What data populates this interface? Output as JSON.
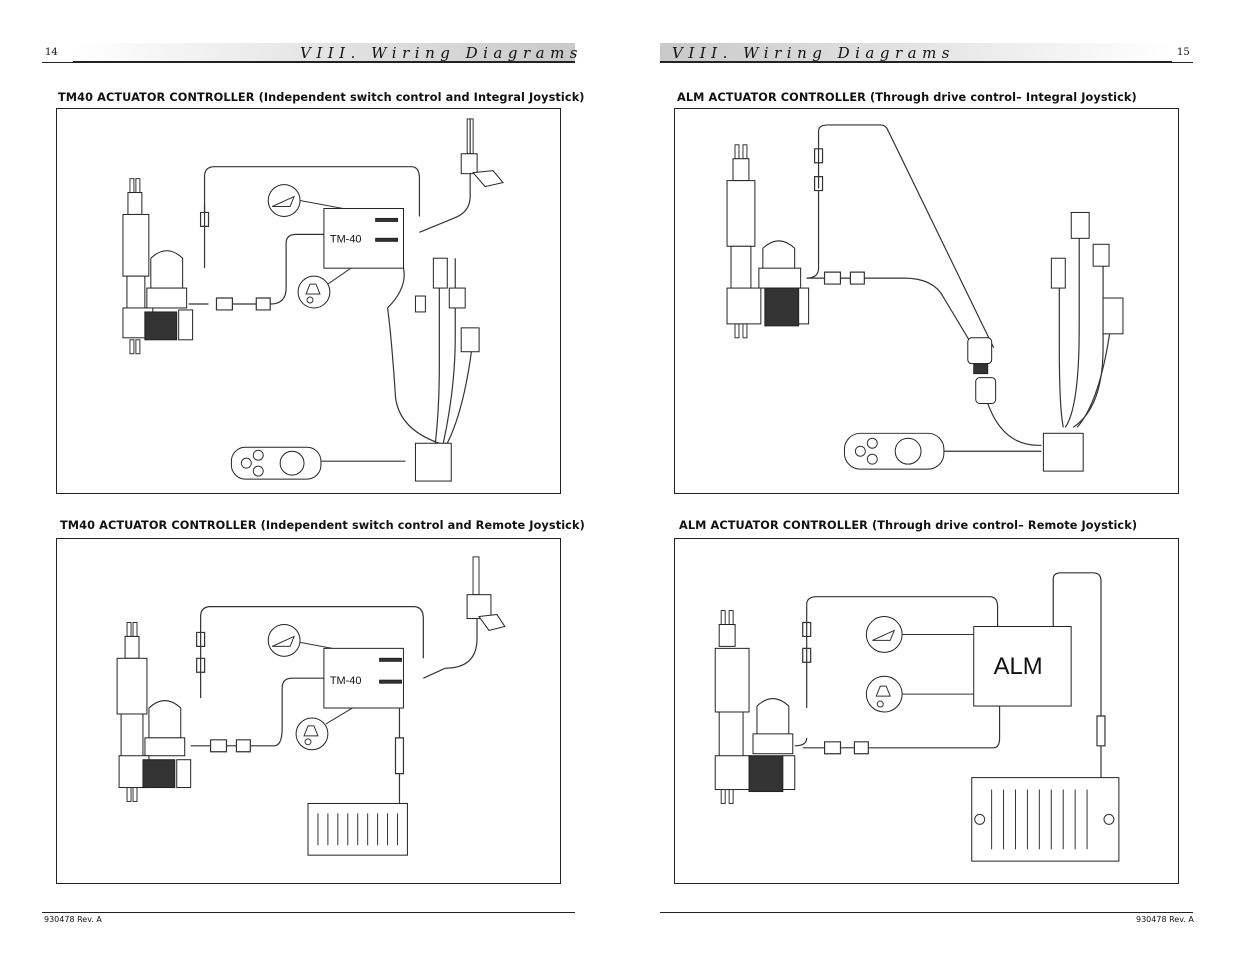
{
  "left_page": {
    "page_number": "14",
    "header_title": "VIII. Wiring Diagrams",
    "footer_code": "930478 Rev. A",
    "diagrams": [
      {
        "title": "TM40 ACTUATOR CONTROLLER (Independent switch control and Integral Joystick)",
        "controller_label": "TM-40"
      },
      {
        "title": "TM40 ACTUATOR CONTROLLER (Independent switch control and Remote Joystick)",
        "controller_label": "TM-40"
      }
    ]
  },
  "right_page": {
    "page_number": "15",
    "header_title": "VIII. Wiring Diagrams",
    "footer_code": "930478 Rev. A",
    "diagrams": [
      {
        "title": "ALM ACTUATOR CONTROLLER (Through drive control– Integral Joystick)",
        "controller_label": ""
      },
      {
        "title": "ALM ACTUATOR CONTROLLER (Through drive control– Remote Joystick)",
        "controller_label": "ALM"
      }
    ]
  }
}
